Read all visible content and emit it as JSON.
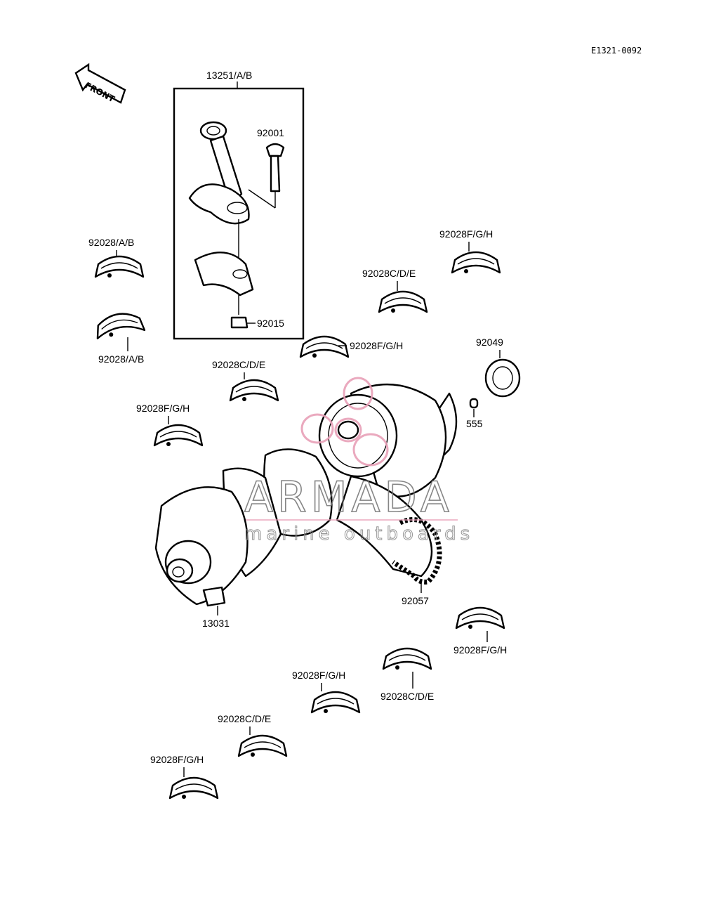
{
  "diagram": {
    "code": "E1321-0092",
    "front_label": "FRONT",
    "box_label": "13251/A/B",
    "labels": {
      "bolt": "92001",
      "nut": "92015",
      "bearing_left_top": "92028/A/B",
      "bearing_left_bottom": "92028/A/B",
      "bearing_top_right": "92028F/G/H",
      "bearing_cde_top": "92028C/D/E",
      "bearing_fgh_mid": "92028F/G/H",
      "oil_seal": "92049",
      "bearing_cde_left": "92028C/D/E",
      "bearing_fgh_left": "92028F/G/H",
      "pin": "555",
      "chain": "92057",
      "crankshaft": "13031",
      "bearing_fgh_right": "92028F/G/H",
      "bearing_cde_right": "92028C/D/E",
      "bearing_fgh_bottom": "92028F/G/H",
      "bearing_cde_bottom": "92028C/D/E",
      "bearing_fgh_last": "92028F/G/H"
    },
    "watermark": {
      "title": "ARMADA",
      "subtitle": "marine outboards",
      "accent_color": "#e8a0b8"
    }
  }
}
